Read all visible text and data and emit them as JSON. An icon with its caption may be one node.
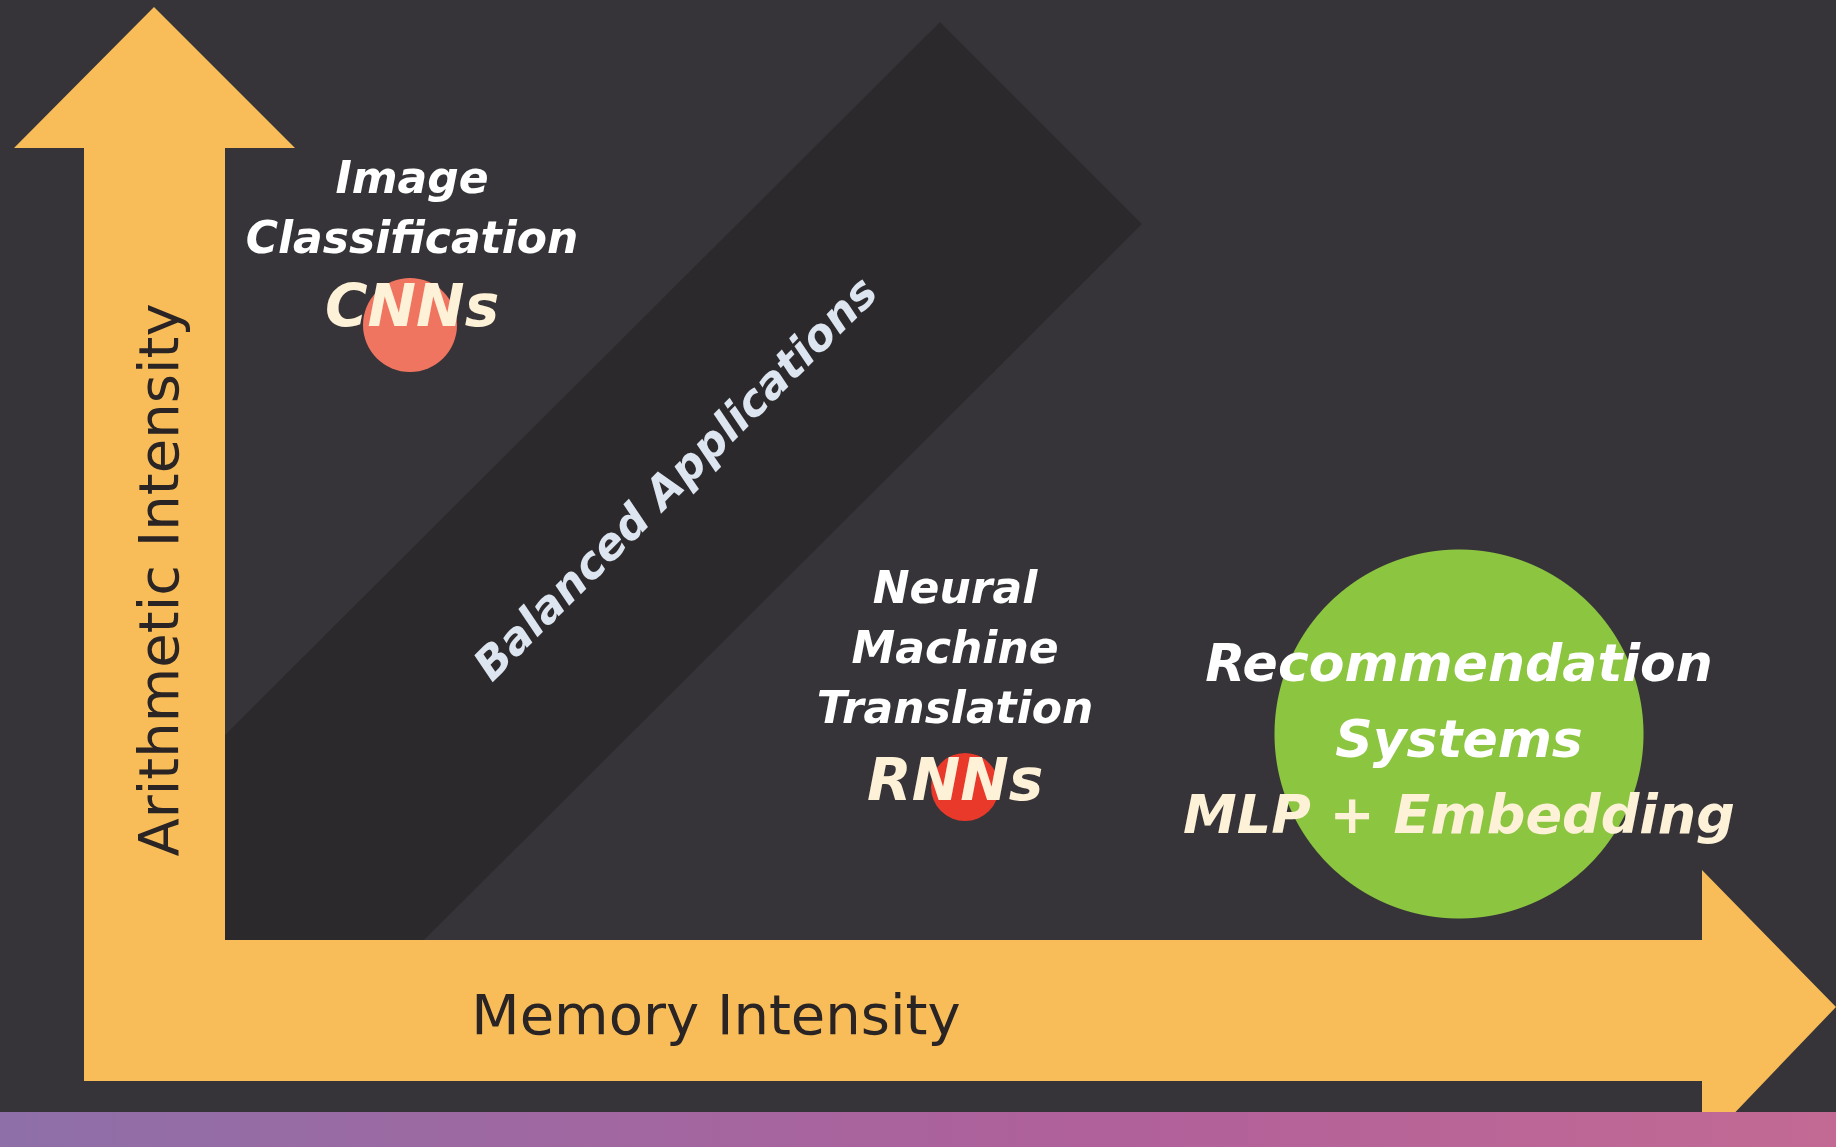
{
  "diagram": {
    "nodes": [
      {
        "text": [
          "Image Classification"
        ]
      },
      {
        "text": [
          "CNNs"
        ]
      },
      {
        "text": [
          "Neural Machine Translation"
        ]
      },
      {
        "text": [
          "RNNs"
        ]
      },
      {
        "text": [
          "Recommendation Systems",
          "MLP + Embedding"
        ]
      },
      {
        "text": [
          "Balanced Applications"
        ]
      }
    ],
    "labels": [
      "Arithmetic Intensity",
      "Memory Intensity"
    ]
  }
}
